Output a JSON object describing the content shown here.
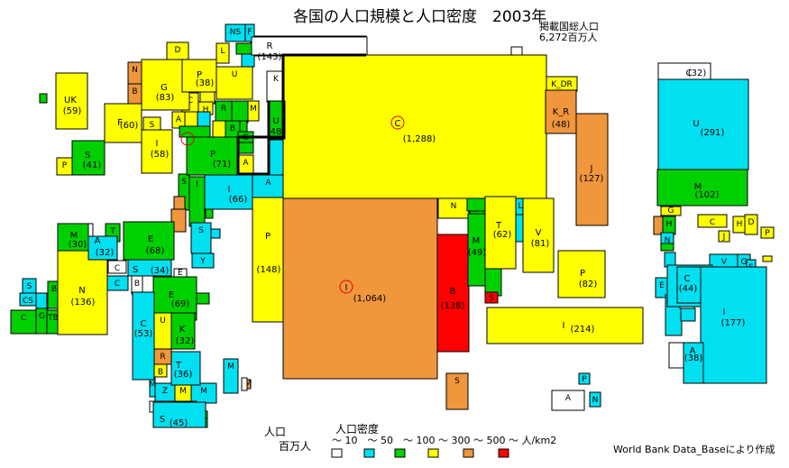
{
  "header": {
    "title": "各国の人口規模と人口密度　2003年",
    "note_line1": "掲載国総人口",
    "note_line2": "6,272百万人",
    "credit": "World Bank Data_Baseにより作成",
    "legend_size_line1": "人口",
    "legend_size_line2": "百万人",
    "legend_density_title": "人口密度",
    "legend_density_bins": "～ 10　～ 50　～ 100 ～ 300 ～ 500 ～ 人/km2"
  },
  "chart_data": {
    "type": "cartogram",
    "title": "各国の人口規模と人口密度　2003年",
    "total_population": "6,272百万人",
    "size_unit": "百万人",
    "density_unit": "人/km2",
    "density_classes": [
      {
        "range": "～10",
        "color": "#ffffff"
      },
      {
        "range": "10～50",
        "color": "#00e0f0"
      },
      {
        "range": "50～100",
        "color": "#00d000"
      },
      {
        "range": "100～300",
        "color": "#ffff00"
      },
      {
        "range": "300～500",
        "color": "#f0963c"
      },
      {
        "range": "500～",
        "color": "#ff0000"
      }
    ],
    "countries": [
      {
        "label": "C",
        "value": "(1,288)",
        "class": 3,
        "circled": true
      },
      {
        "label": "I",
        "value": "(1,064)",
        "class": 4,
        "circled": true
      },
      {
        "label": "U",
        "value": "(291)",
        "class": 1
      },
      {
        "label": "I",
        "value": "(214)",
        "class": 3
      },
      {
        "label": "I",
        "value": "(177)",
        "class": 1
      },
      {
        "label": "B",
        "value": "(138)",
        "class": 5
      },
      {
        "label": "N",
        "value": "(136)",
        "class": 3
      },
      {
        "label": "R",
        "value": "(143)",
        "class": 0
      },
      {
        "label": "P",
        "value": "(148)",
        "class": 3
      },
      {
        "label": "J",
        "value": "(127)",
        "class": 4
      },
      {
        "label": "M",
        "value": "(102)",
        "class": 2
      },
      {
        "label": "G",
        "value": "(83)",
        "class": 3
      },
      {
        "label": "P",
        "value": "(82)",
        "class": 3
      },
      {
        "label": "V",
        "value": "(81)",
        "class": 3
      },
      {
        "label": "P",
        "value": "(71)",
        "class": 2
      },
      {
        "label": "E",
        "value": "(69)",
        "class": 2
      },
      {
        "label": "E",
        "value": "(68)",
        "class": 2
      },
      {
        "label": "I",
        "value": "(66)",
        "class": 1
      },
      {
        "label": "T",
        "value": "(62)",
        "class": 3
      },
      {
        "label": "F",
        "value": "(60)",
        "class": 3
      },
      {
        "label": "UK",
        "value": "(59)",
        "class": 3
      },
      {
        "label": "I",
        "value": "(58)",
        "class": 3
      },
      {
        "label": "C",
        "value": "(53)",
        "class": 1
      },
      {
        "label": "M",
        "value": "(49)",
        "class": 2
      },
      {
        "label": "K_R",
        "value": "(48)",
        "class": 4
      },
      {
        "label": "U",
        "value": "(48)",
        "class": 2
      },
      {
        "label": "S",
        "value": "(45)",
        "class": 1
      },
      {
        "label": "C",
        "value": "(44)",
        "class": 1
      },
      {
        "label": "S",
        "value": "(41)",
        "class": 2
      },
      {
        "label": "P",
        "value": "(38)",
        "class": 3
      },
      {
        "label": "A",
        "value": "(38)",
        "class": 1
      },
      {
        "label": "T",
        "value": "(36)",
        "class": 1
      },
      {
        "label": "S",
        "value": "(34)",
        "class": 1
      },
      {
        "label": "C",
        "value": "(32)",
        "class": 0
      },
      {
        "label": "A",
        "value": "(32)",
        "class": 1
      },
      {
        "label": "K",
        "value": "(32)",
        "class": 2
      },
      {
        "label": "M",
        "value": "(30)",
        "class": 2
      }
    ]
  }
}
